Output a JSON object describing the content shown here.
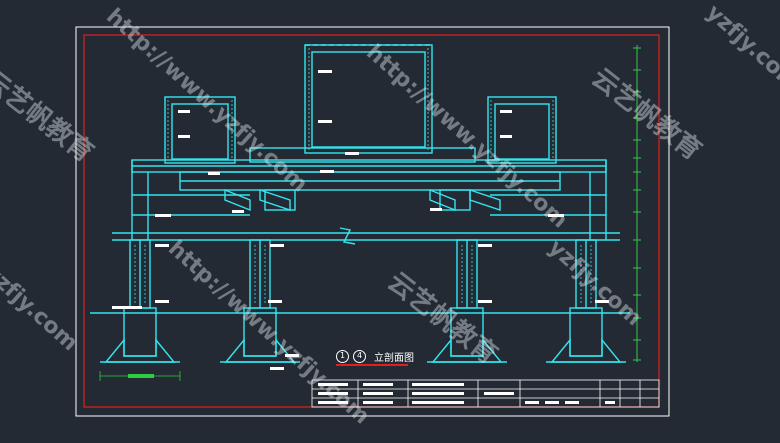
{
  "drawing": {
    "caption": {
      "marker_a": "1",
      "marker_b": "4",
      "title": "立剖面图"
    }
  },
  "watermarks": {
    "brand": "云艺帆教育",
    "url": "http://www.yzfjy.com",
    "url_short": "yzfjy.com"
  },
  "colors": {
    "background": "#232a33",
    "frame": "#ffffff",
    "border": "#e02020",
    "structure": "#33e5f0",
    "dimension": "#2ecc40",
    "label": "#ffffff"
  }
}
